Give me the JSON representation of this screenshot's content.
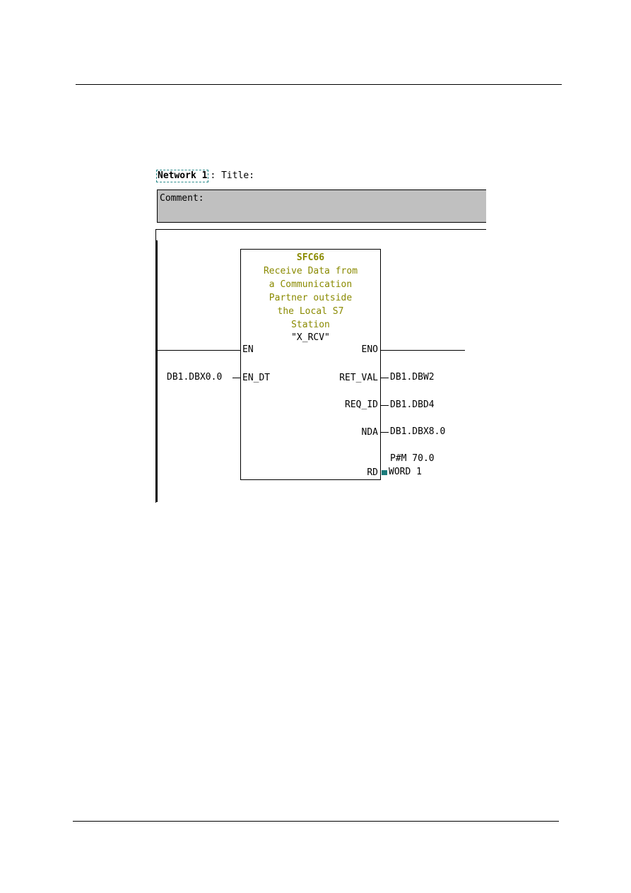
{
  "network": {
    "label": "Network 1",
    "title_text": ": Title:",
    "comment_label": "Comment:"
  },
  "block": {
    "type": "SFC66",
    "description_lines": [
      "Receive Data from",
      "a Communication",
      "Partner outside",
      "the Local S7",
      "Station"
    ],
    "symbol": "\"X_RCV\"",
    "inputs": [
      {
        "pin": "EN",
        "operand": ""
      },
      {
        "pin": "EN_DT",
        "operand": "DB1.DBX0.0"
      }
    ],
    "outputs": [
      {
        "pin": "ENO",
        "operand": ""
      },
      {
        "pin": "RET_VAL",
        "operand": "DB1.DBW2"
      },
      {
        "pin": "REQ_ID",
        "operand": "DB1.DBD4"
      },
      {
        "pin": "NDA",
        "operand": "DB1.DBX8.0"
      },
      {
        "pin": "RD",
        "operand_line1": "P#M 70.0",
        "operand_line2": "WORD 1"
      }
    ]
  },
  "colors": {
    "block_text": "#8a8a00",
    "comment_background": "#c0c0c0",
    "selection_dash": "#2a8a8a",
    "rd_marker": "#1a7a7a"
  }
}
